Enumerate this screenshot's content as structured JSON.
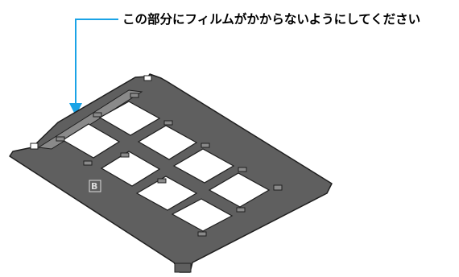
{
  "callout": {
    "text": "この部分にフィルムがかからないようにしてください",
    "leader_color": "#1aa3e6"
  },
  "holder": {
    "frame_count": 8,
    "body_color": "#5f5f5f",
    "edge_color": "#1f1f1f",
    "window_color": "#ffffff",
    "marker_symbol": "B"
  }
}
